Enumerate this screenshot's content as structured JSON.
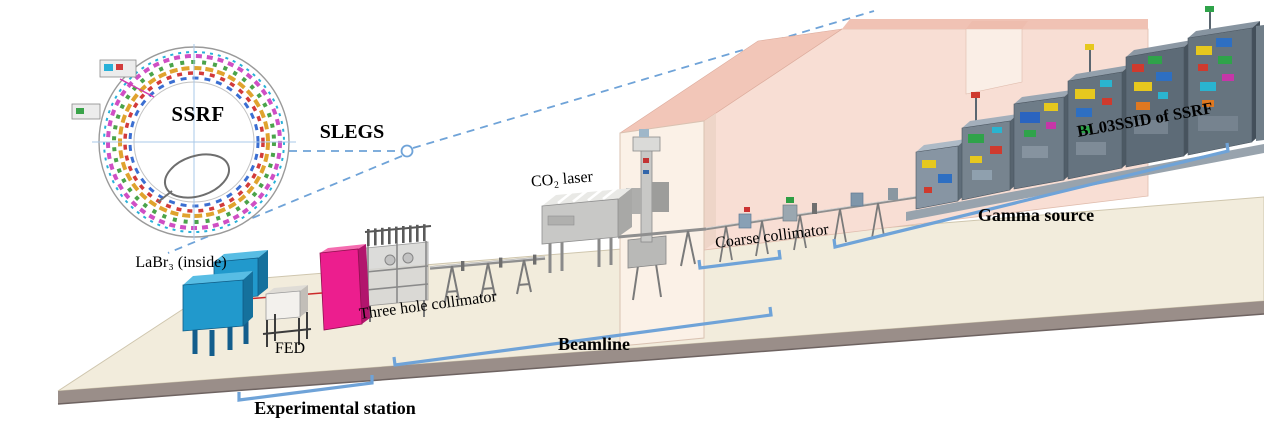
{
  "diagram": {
    "ring": {
      "label": "SSRF"
    },
    "callout": {
      "label": "SLEGS"
    },
    "equipment_labels": {
      "labr3": "LaBr₃ (inside)",
      "fed": "FED",
      "three_hole_collimator": "Three hole collimator",
      "co2_laser": "CO₂ laser",
      "coarse_collimator": "Coarse collimator",
      "bl03ssid": "BL03SSID of SSRF"
    },
    "section_labels": {
      "experimental_station": "Experimental station",
      "beamline": "Beamline",
      "gamma_source": "Gamma source"
    },
    "colors": {
      "annotation_blue": "#6fa3d8",
      "platform_top": "#f2ecdc",
      "platform_side": "#9a8e89",
      "hutch_wall_light": "#f8ded4",
      "hutch_wall_top": "#f2c6b8",
      "magenta_panel": "#ec1e8e",
      "detector_blue": "#2199cc"
    }
  }
}
